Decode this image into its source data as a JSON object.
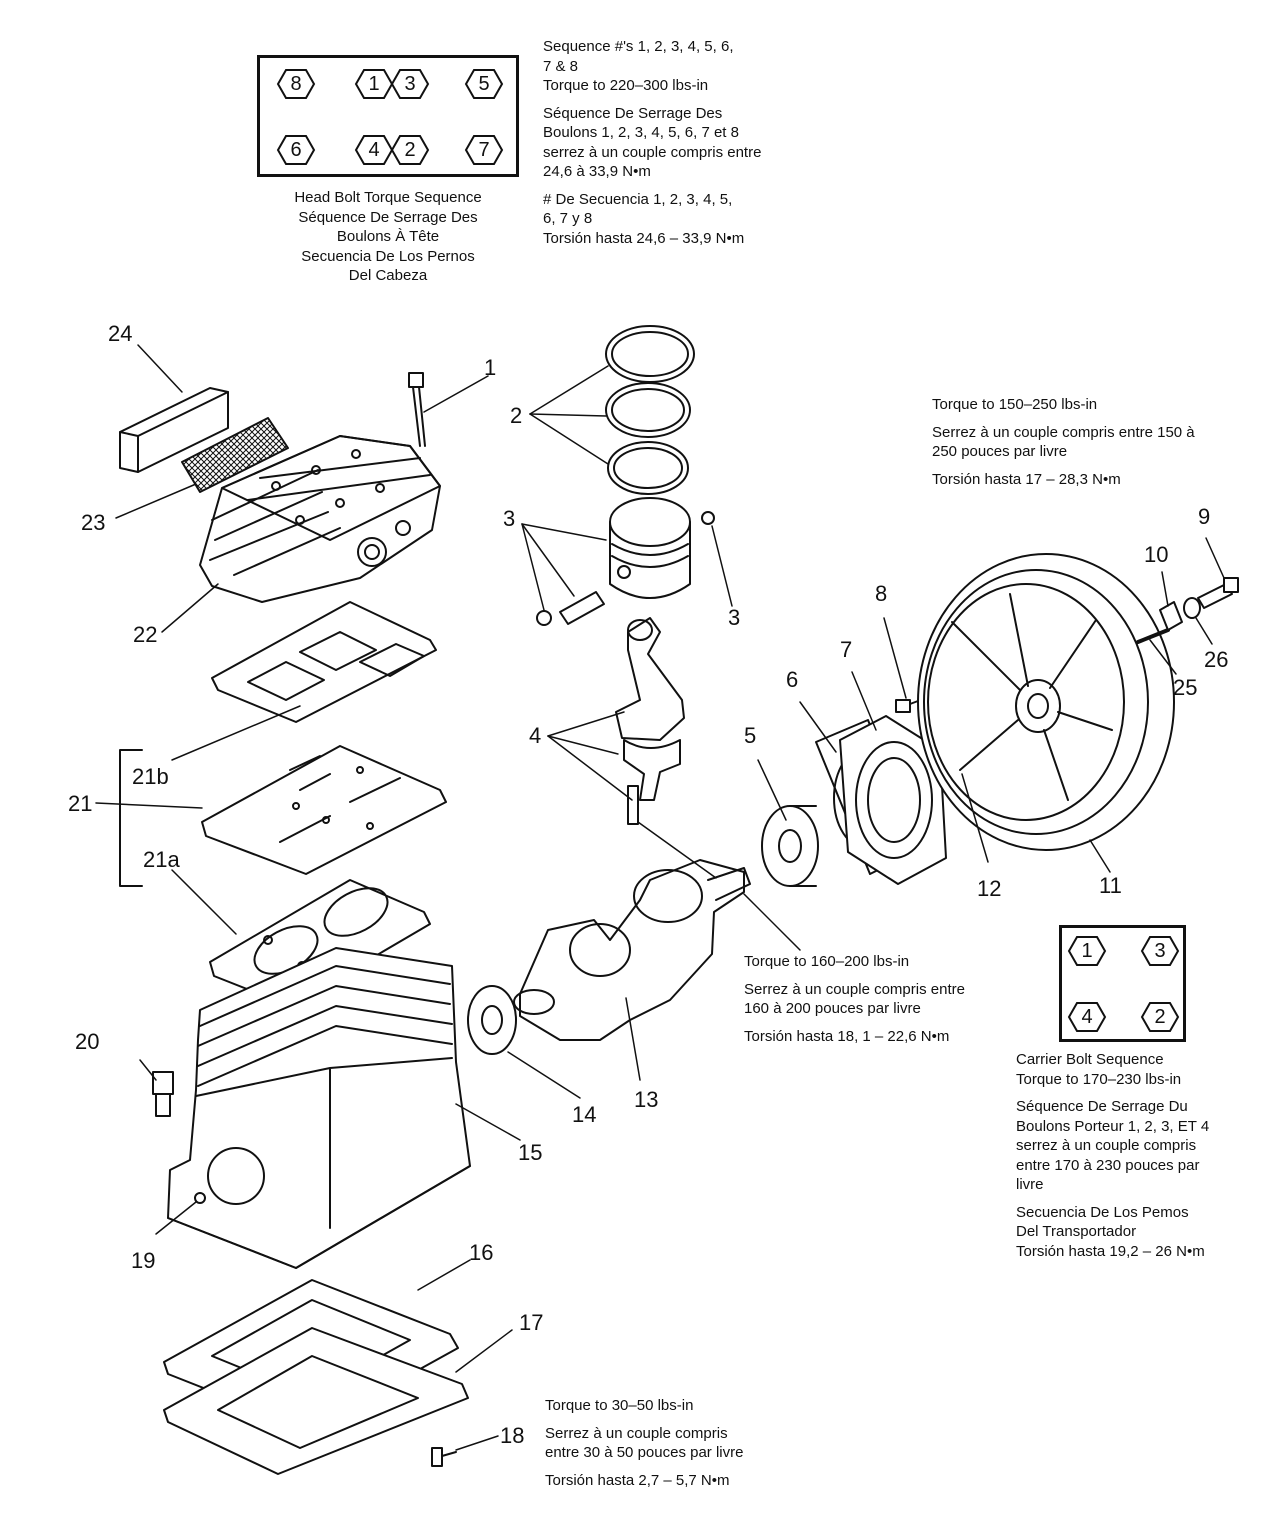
{
  "head_bolt": {
    "caption": [
      "Head Bolt Torque Sequence",
      "Séquence De Serrage Des",
      "Boulons À Tête",
      "Secuencia De Los Pernos",
      "Del Cabeza"
    ],
    "instr_en": [
      "Sequence #'s 1, 2, 3,  4, 5, 6,",
      "7 & 8",
      "Torque to 220–300 lbs-in"
    ],
    "instr_fr": [
      "Séquence De Serrage Des",
      "Boulons 1, 2, 3,  4, 5, 6, 7 et 8",
      "serrez à un couple compris entre",
      "24,6 à 33,9 N•m"
    ],
    "instr_es": [
      "# De Secuencia 1, 2, 3,  4, 5,",
      "6, 7 y 8",
      "Torsión hasta 24,6 – 33,9 N•m"
    ],
    "hex_labels": [
      "8",
      "1",
      "3",
      "5",
      "6",
      "4",
      "2",
      "7"
    ]
  },
  "flywheel_torque": [
    "Torque to 150–250 lbs-in",
    "Serrez à un couple compris entre 150 à",
    "250 pouces par livre",
    "Torsión hasta 17 – 28,3 N•m"
  ],
  "rod_torque": [
    "Torque to 160–200 lbs-in",
    "Serrez à un couple compris entre",
    "160 à 200 pouces par livre",
    "Torsión hasta 18, 1 – 22,6 N•m"
  ],
  "carrier_bolt": {
    "hex_labels": [
      "1",
      "3",
      "4",
      "2"
    ],
    "lines_en": [
      "Carrier Bolt Sequence",
      "Torque to 170–230 lbs-in"
    ],
    "lines_fr": [
      "Séquence De Serrage Du",
      "Boulons Porteur 1, 2, 3, ET 4",
      "serrez à un couple compris",
      "entre 170 à 230 pouces par",
      "livre"
    ],
    "lines_es": [
      "Secuencia De Los Pemos",
      "Del Transportador",
      "Torsión hasta 19,2 – 26 N•m"
    ]
  },
  "base_torque": [
    "Torque to 30–50 lbs-in",
    "Serrez à un couple compris",
    "entre 30 à 50 pouces par livre",
    "Torsión hasta 2,7 – 5,7 N•m"
  ],
  "callouts": {
    "n1": "1",
    "n2": "2",
    "n3a": "3",
    "n3b": "3",
    "n4": "4",
    "n5": "5",
    "n6": "6",
    "n7": "7",
    "n8": "8",
    "n9": "9",
    "n10": "10",
    "n11": "11",
    "n12": "12",
    "n13": "13",
    "n14": "14",
    "n15": "15",
    "n16": "16",
    "n17": "17",
    "n18": "18",
    "n19": "19",
    "n20": "20",
    "n21": "21",
    "n21a": "21a",
    "n21b": "21b",
    "n22": "22",
    "n23": "23",
    "n24": "24",
    "n25": "25",
    "n26": "26"
  }
}
